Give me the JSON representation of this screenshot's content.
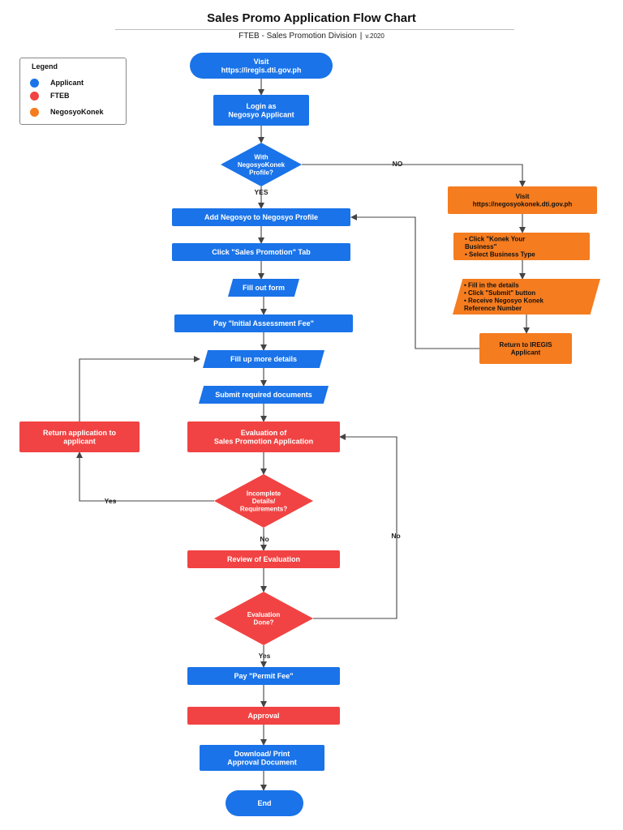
{
  "header": {
    "title": "Sales Promo Application Flow Chart",
    "subtitle": "FTEB - Sales Promotion Division",
    "separator": "|",
    "version": "v.2020"
  },
  "legend": {
    "title": "Legend",
    "items": [
      {
        "label": "Applicant",
        "color": "#1a73e8"
      },
      {
        "label": "FTEB",
        "color": "#f14343"
      },
      {
        "label": "NegosyoKonek",
        "color": "#f57c1f"
      }
    ]
  },
  "colors": {
    "applicant": "#1a73e8",
    "fteb": "#f14343",
    "negosyokonek": "#f57c1f",
    "connector": "#444444"
  },
  "nodes": {
    "visit_iregis": [
      "Visit",
      "https://iregis.dti.gov.ph"
    ],
    "login": [
      "Login as",
      "Negosyo Applicant"
    ],
    "decision_profile": [
      "With",
      "NegosyoKonek",
      "Profile?"
    ],
    "add_negosyo": [
      "Add Negosyo to Negosyo Profile"
    ],
    "sales_tab": [
      "Click \"Sales Promotion\" Tab"
    ],
    "fill_form": [
      "Fill out form"
    ],
    "pay_initial": [
      "Pay \"Initial Assessment Fee\""
    ],
    "fill_more": [
      "Fill up more details"
    ],
    "submit_docs": [
      "Submit required documents"
    ],
    "evaluation": [
      "Evaluation of",
      "Sales Promotion Application"
    ],
    "return_app": [
      "Return application to",
      "applicant"
    ],
    "decision_incomplete": [
      "Incomplete",
      "Details/",
      "Requirements?"
    ],
    "review": [
      "Review of Evaluation"
    ],
    "decision_done": [
      "Evaluation",
      "Done?"
    ],
    "pay_permit": [
      "Pay \"Permit Fee\""
    ],
    "approval": [
      "Approval"
    ],
    "download": [
      "Download/ Print",
      "Approval Document"
    ],
    "end": [
      "End"
    ],
    "visit_nk": [
      "Visit",
      "https://negosyokonek.dti.gov.ph"
    ],
    "konek_business": [
      "•  Click \"Konek Your",
      "    Business\"",
      "•  Select Business Type"
    ],
    "fill_details": [
      "•  Fill in the details",
      "•  Click \"Submit\" button",
      "•  Receive Negosyo Konek",
      "    Reference Number"
    ],
    "return_iregis": [
      "Return to IREGIS",
      "Applicant"
    ]
  },
  "edge_labels": {
    "no_profile": "NO",
    "yes_profile": "YES",
    "yes_incomplete": "Yes",
    "no_incomplete": "No",
    "no_done": "No",
    "yes_done": "Yes"
  }
}
